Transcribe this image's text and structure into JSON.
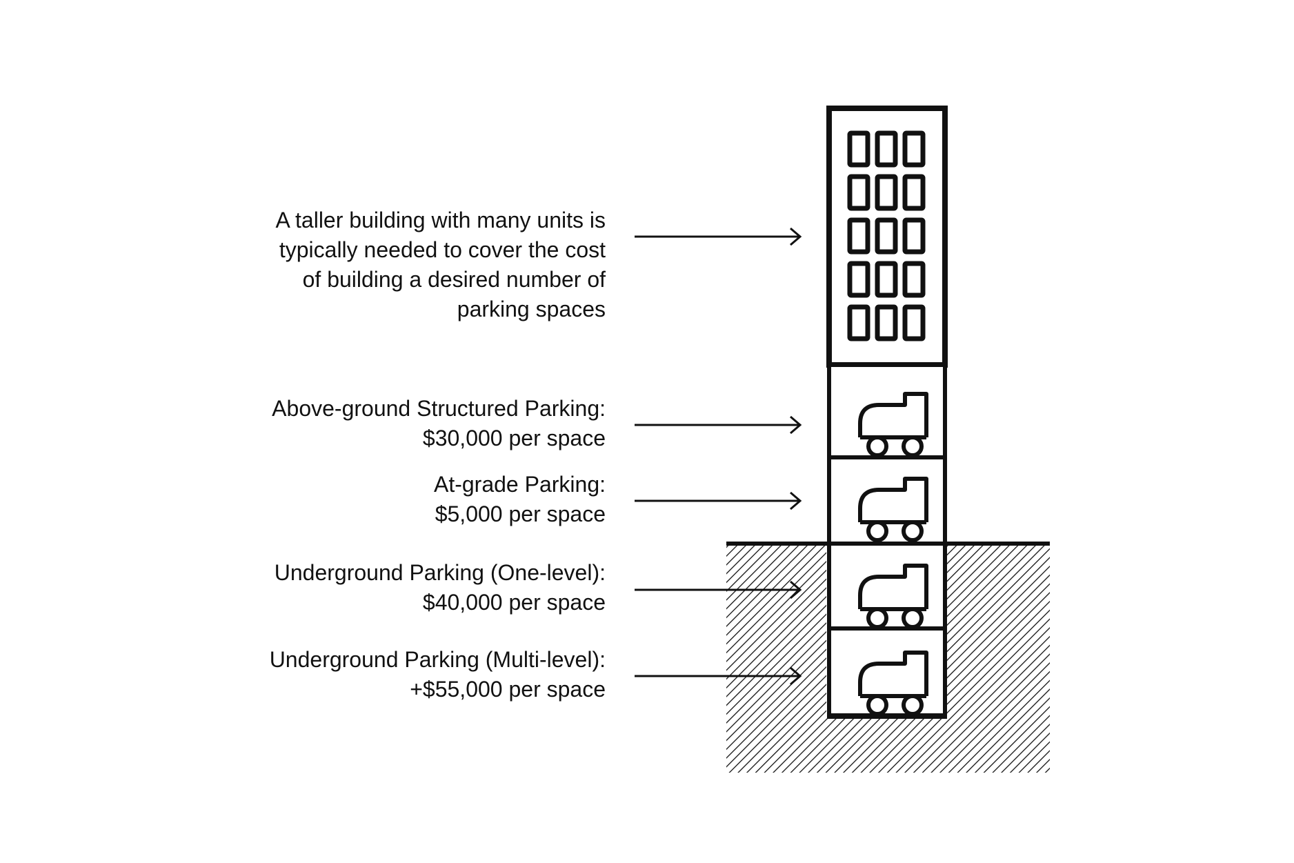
{
  "labels": [
    {
      "id": "tower",
      "lines": [
        "A taller building with many units is",
        "typically needed to cover the cost",
        "of building a desired number of",
        "parking spaces"
      ]
    },
    {
      "id": "above-ground",
      "lines": [
        "Above-ground Structured Parking:",
        "$30,000 per space"
      ]
    },
    {
      "id": "at-grade",
      "lines": [
        "At-grade Parking:",
        "$5,000 per space"
      ]
    },
    {
      "id": "underground-one",
      "lines": [
        "Underground Parking (One-level):",
        "$40,000 per space"
      ]
    },
    {
      "id": "underground-multi",
      "lines": [
        "Underground Parking (Multi-level):",
        "+$55,000 per space"
      ]
    }
  ],
  "icons": {
    "building": "building-windows-icon",
    "car": "car-icon",
    "ground": "ground-hatch"
  },
  "colors": {
    "stroke": "#111111",
    "background": "#ffffff"
  }
}
